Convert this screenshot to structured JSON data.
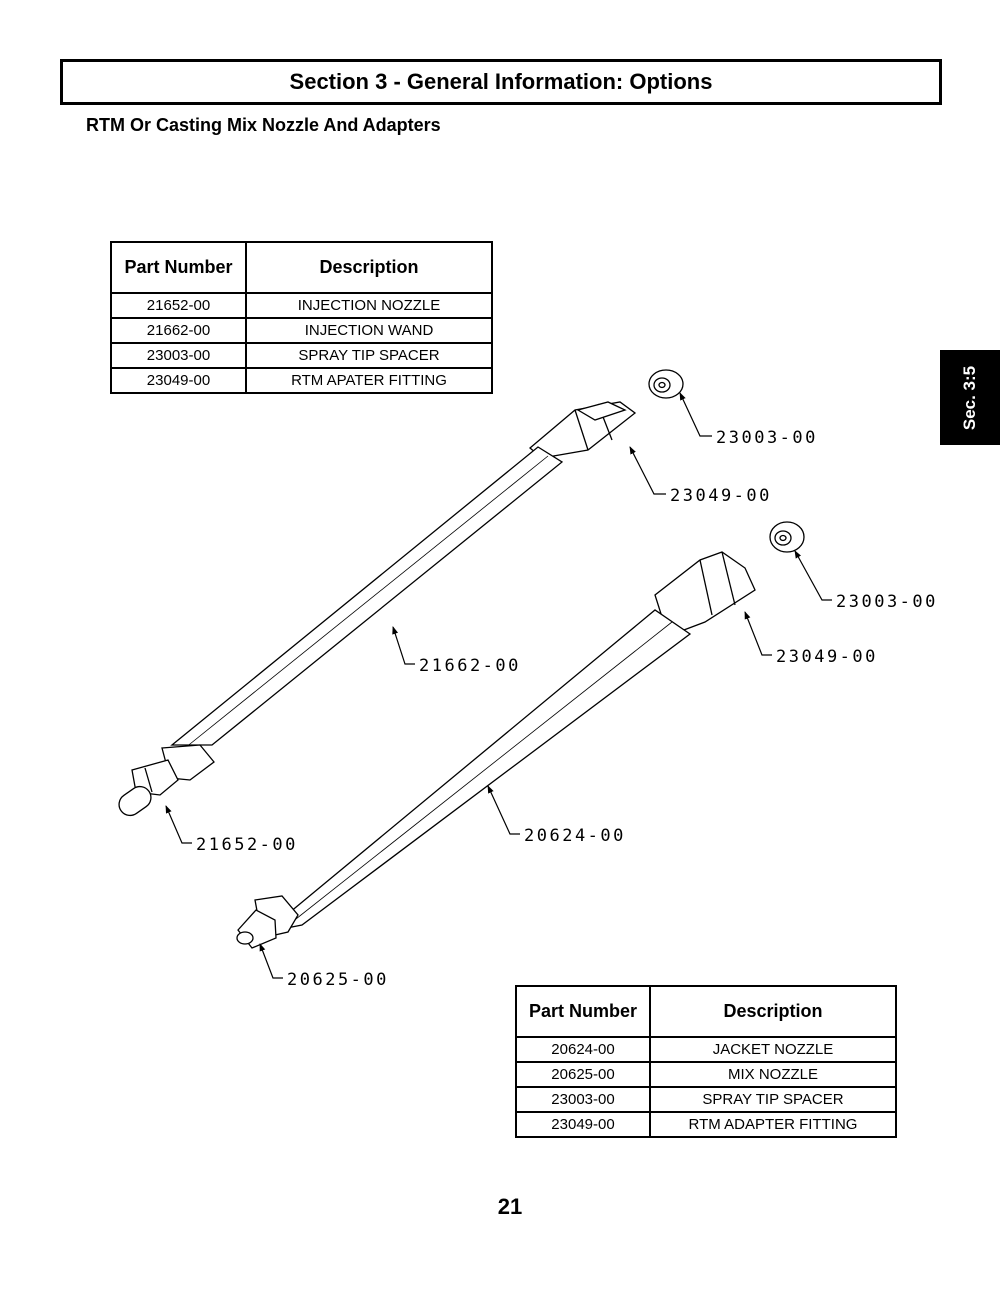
{
  "header": {
    "title": "Section 3 - General Information: Options"
  },
  "subtitle": "RTM Or Casting Mix Nozzle And Adapters",
  "side_tab": "Sec. 3:5",
  "table1": {
    "headers": [
      "Part Number",
      "Description"
    ],
    "rows": [
      [
        "21652-00",
        "INJECTION NOZZLE"
      ],
      [
        "21662-00",
        "INJECTION WAND"
      ],
      [
        "23003-00",
        "SPRAY TIP SPACER"
      ],
      [
        "23049-00",
        "RTM APATER FITTING"
      ]
    ]
  },
  "table2": {
    "headers": [
      "Part Number",
      "Description"
    ],
    "rows": [
      [
        "20624-00",
        "JACKET NOZZLE"
      ],
      [
        "20625-00",
        "MIX NOZZLE"
      ],
      [
        "23003-00",
        "SPRAY TIP SPACER"
      ],
      [
        "23049-00",
        "RTM ADAPTER FITTING"
      ]
    ]
  },
  "callouts": {
    "c1": "23003-00",
    "c2": "23049-00",
    "c3": "23003-00",
    "c4": "21662-00",
    "c5": "23049-00",
    "c6": "21652-00",
    "c7": "20624-00",
    "c8": "20625-00"
  },
  "page_number": "21"
}
